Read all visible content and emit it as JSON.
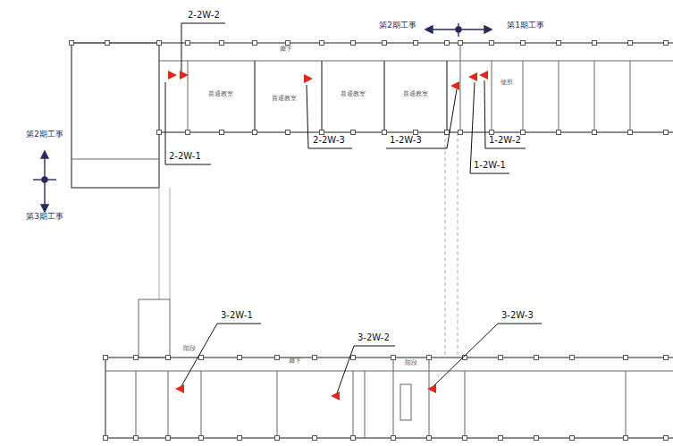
{
  "diagram": {
    "labels": [
      "第2期工事",
      "第1期工事",
      "第2期工事",
      "第3期工事",
      "2-2W-2",
      "2-2W-1",
      "2-2W-3",
      "1-2W-3",
      "1-2W-2",
      "1-2W-1",
      "3-2W-1",
      "3-2W-2",
      "3-2W-3",
      "普通教室",
      "普通教室",
      "普通教室",
      "普通教室",
      "廊下",
      "便所",
      "廊下",
      "階段",
      "階段"
    ]
  }
}
